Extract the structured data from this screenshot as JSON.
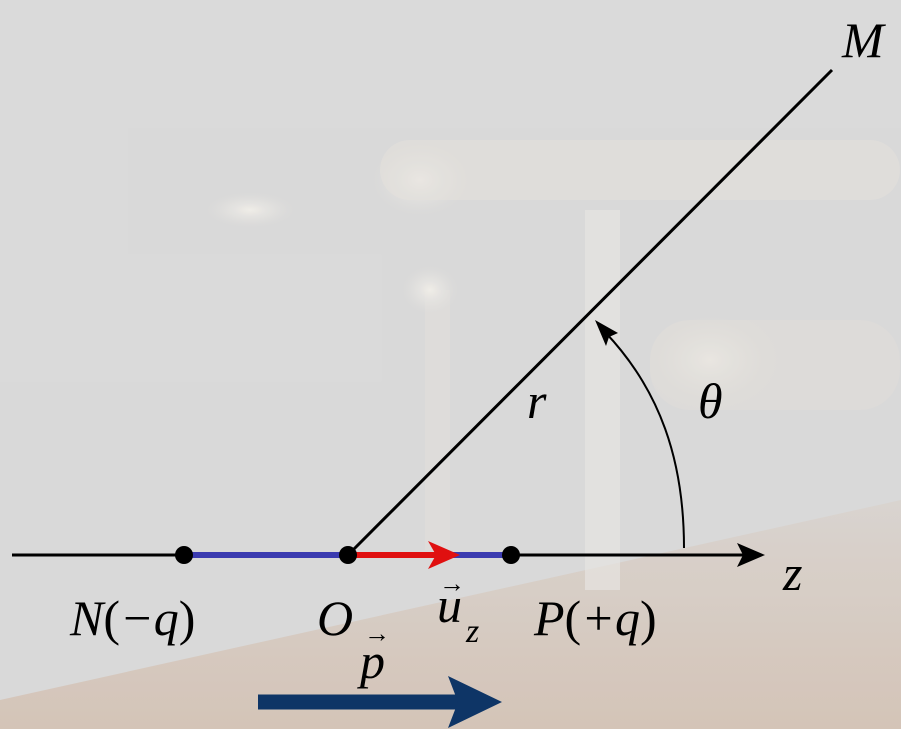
{
  "labels": {
    "point_m": "M",
    "radius": "r",
    "angle": "θ",
    "axis": "z",
    "point_n": "N",
    "charge_n": "−q",
    "origin": "O",
    "unit_vector": "u",
    "unit_vector_sub": "z",
    "point_p": "P",
    "charge_p": "+q",
    "dipole": "p",
    "open_paren": "(",
    "close_paren": ")",
    "vector_arrow": "→"
  },
  "colors": {
    "negative_segment": "#3b3bb0",
    "positive_segment": "#3b3bb0",
    "unit_vector": "#e01010",
    "dipole_vector": "#0e3566",
    "lines": "#000000",
    "background": "#d9d9d9"
  }
}
